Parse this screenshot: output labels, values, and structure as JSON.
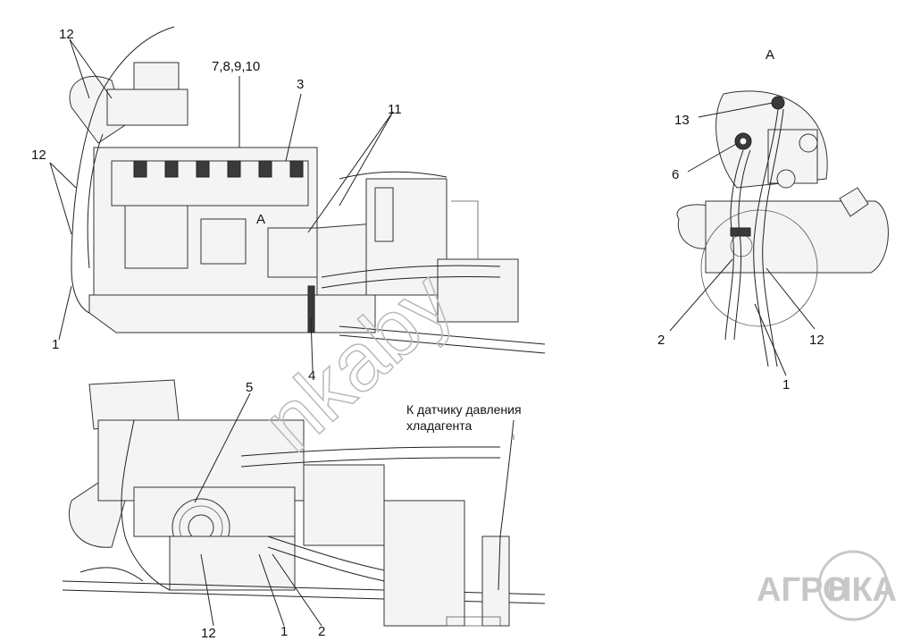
{
  "labels": {
    "top_view": {
      "n12a": "12",
      "n12b": "12",
      "n1": "1",
      "n78910": "7,8,9,10",
      "n3": "3",
      "n11": "11",
      "nA": "A",
      "n4": "4"
    },
    "bottom_view": {
      "n5": "5",
      "n12": "12",
      "n1": "1",
      "n2": "2"
    },
    "detail_A": {
      "title": "A",
      "n13": "13",
      "n6": "6",
      "n2": "2",
      "n12": "12",
      "n1": "1"
    },
    "note_line1": "К датчику давления",
    "note_line2": "хладагента"
  },
  "watermark": "nkaby",
  "brand": {
    "part1": "АГРО",
    "part2": "НКА"
  },
  "colors": {
    "line": "#222222",
    "watermark": "#b9b9b9",
    "brand": "#c7c7c7"
  }
}
